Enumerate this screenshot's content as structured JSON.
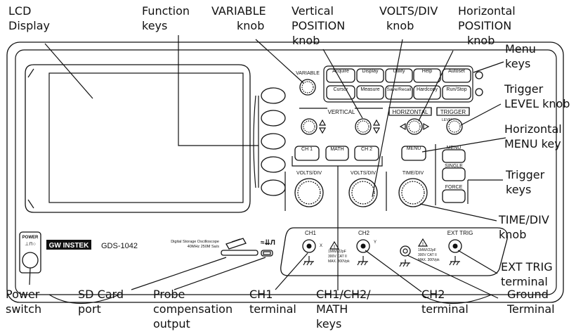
{
  "callouts": {
    "lcd_display": [
      "LCD",
      "Display"
    ],
    "function_keys": [
      "Function",
      "keys"
    ],
    "variable_knob": [
      "VARIABLE",
      "knob"
    ],
    "vertical_position_knob": [
      "Vertical",
      "POSITION",
      "knob"
    ],
    "volts_div_knob": [
      "VOLTS/DIV",
      "knob"
    ],
    "horizontal_position_knob": [
      "Horizontal",
      "POSITION",
      "knob"
    ],
    "menu_keys": [
      "Menu",
      "keys"
    ],
    "trigger_level_knob": [
      "Trigger",
      "LEVEL knob"
    ],
    "horizontal_menu_key": [
      "Horizontal",
      "MENU key"
    ],
    "trigger_keys": [
      "Trigger",
      "keys"
    ],
    "time_div_knob": [
      "TIME/DIV",
      "knob"
    ],
    "ext_trig_terminal": [
      "EXT TRIG",
      "terminal"
    ],
    "power_switch": [
      "Power",
      "switch"
    ],
    "sd_card_port": [
      "SD Card",
      "port"
    ],
    "probe_compensation_output": [
      "Probe",
      "compensation",
      "output"
    ],
    "ch1_terminal": [
      "CH1",
      "terminal"
    ],
    "ch1_ch2_math_keys": [
      "CH1/CH2/",
      "MATH",
      "keys"
    ],
    "ch2_terminal": [
      "CH2",
      "terminal"
    ],
    "ground_terminal": [
      "Ground",
      "Terminal"
    ]
  },
  "panel": {
    "variable": "VARIABLE",
    "menu_buttons": [
      "Acquire",
      "Display",
      "Utility",
      "Help",
      "Autoset",
      "Cursor",
      "Measure",
      "Save/Recall",
      "Hardcopy",
      "Run/Stop"
    ],
    "vertical": "VERTICAL",
    "horizontal": "HORIZONTAL",
    "trigger": "TRIGGER",
    "level": "LEVEL",
    "ch1": "CH 1",
    "math": "MATH",
    "ch2": "CH 2",
    "menu": "MENU",
    "single": "SINGLE",
    "force": "FORCE",
    "volts_div": "VOLTS/DIV",
    "time_div": "TIME/DIV",
    "power": "POWER",
    "brand": "GW INSTEK",
    "model": "GDS-1042",
    "desc1": "Digital Storage Oscilloscope",
    "desc2": "40MHz  250M Sa/s",
    "ch1_label": "CH1",
    "ch2_label": "CH2",
    "ext_trig": "EXT TRIG",
    "x": "X",
    "y": "Y",
    "spec": [
      "1MW//22pF",
      "300V CAT II",
      "MAX. 300Vpk"
    ]
  }
}
